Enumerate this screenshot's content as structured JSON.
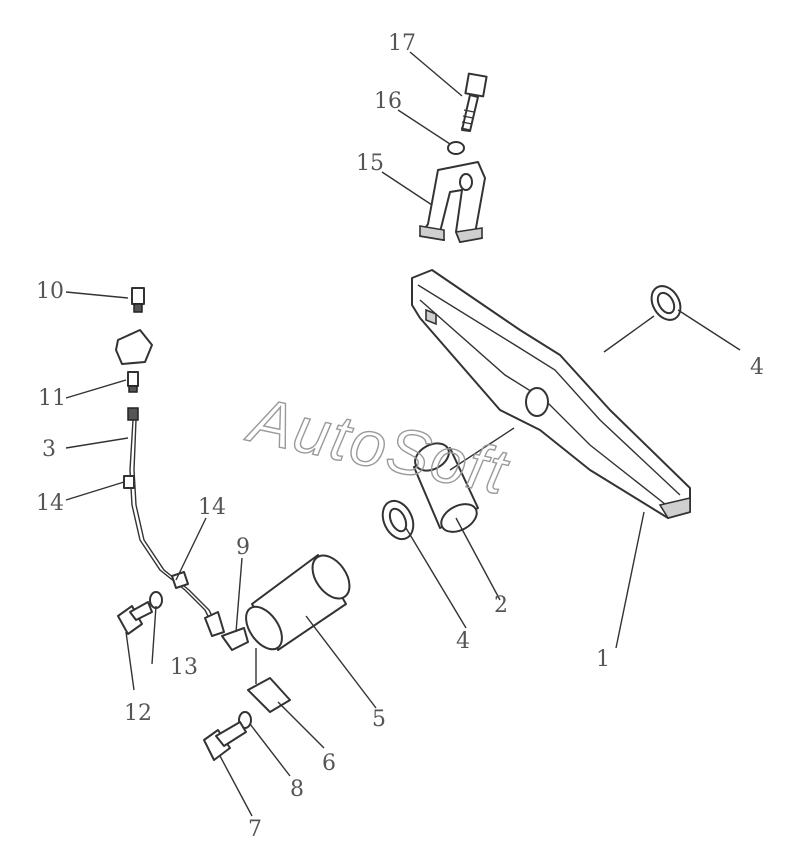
{
  "watermark": "AutoSoft",
  "callouts": {
    "c1": "1",
    "c2": "2",
    "c3": "3",
    "c4a": "4",
    "c4b": "4",
    "c5": "5",
    "c6": "6",
    "c7": "7",
    "c8": "8",
    "c9": "9",
    "c10": "10",
    "c11": "11",
    "c12": "12",
    "c13": "13",
    "c14a": "14",
    "c14b": "14",
    "c15": "15",
    "c16": "16",
    "c17": "17"
  }
}
